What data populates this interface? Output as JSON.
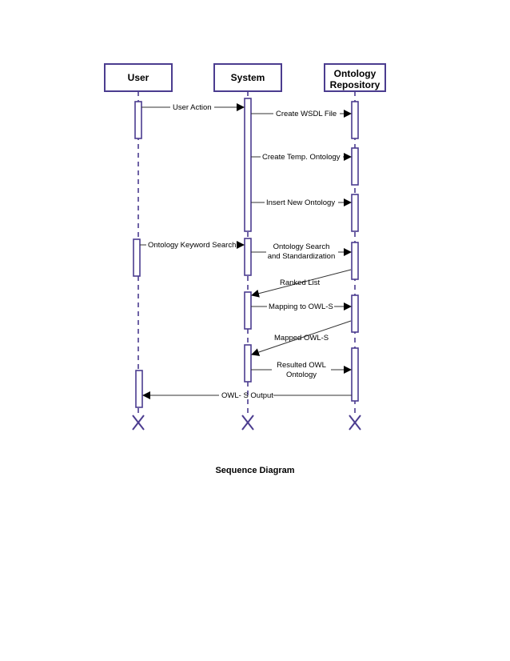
{
  "diagram": {
    "actors": {
      "user": "User",
      "system": "System",
      "repository_line1": "Ontology",
      "repository_line2": "Repository"
    },
    "messages": {
      "m1": "User Action",
      "m2": "Create WSDL File",
      "m3": "Create Temp. Ontology",
      "m4": "Insert New Ontology",
      "m5": "Ontology Keyword Search",
      "m6_line1": "Ontology Search",
      "m6_line2": "and Standardization",
      "m7": "Ranked List",
      "m8": "Mapping to OWL-S",
      "m9": "Mapped OWL-S",
      "m10_line1": "Resulted OWL",
      "m10_line2": "Ontology",
      "m11": "OWL- S Output"
    },
    "caption": "Sequence Diagram"
  },
  "colors": {
    "stroke": "#4b3c8f",
    "arrow": "#000000"
  }
}
